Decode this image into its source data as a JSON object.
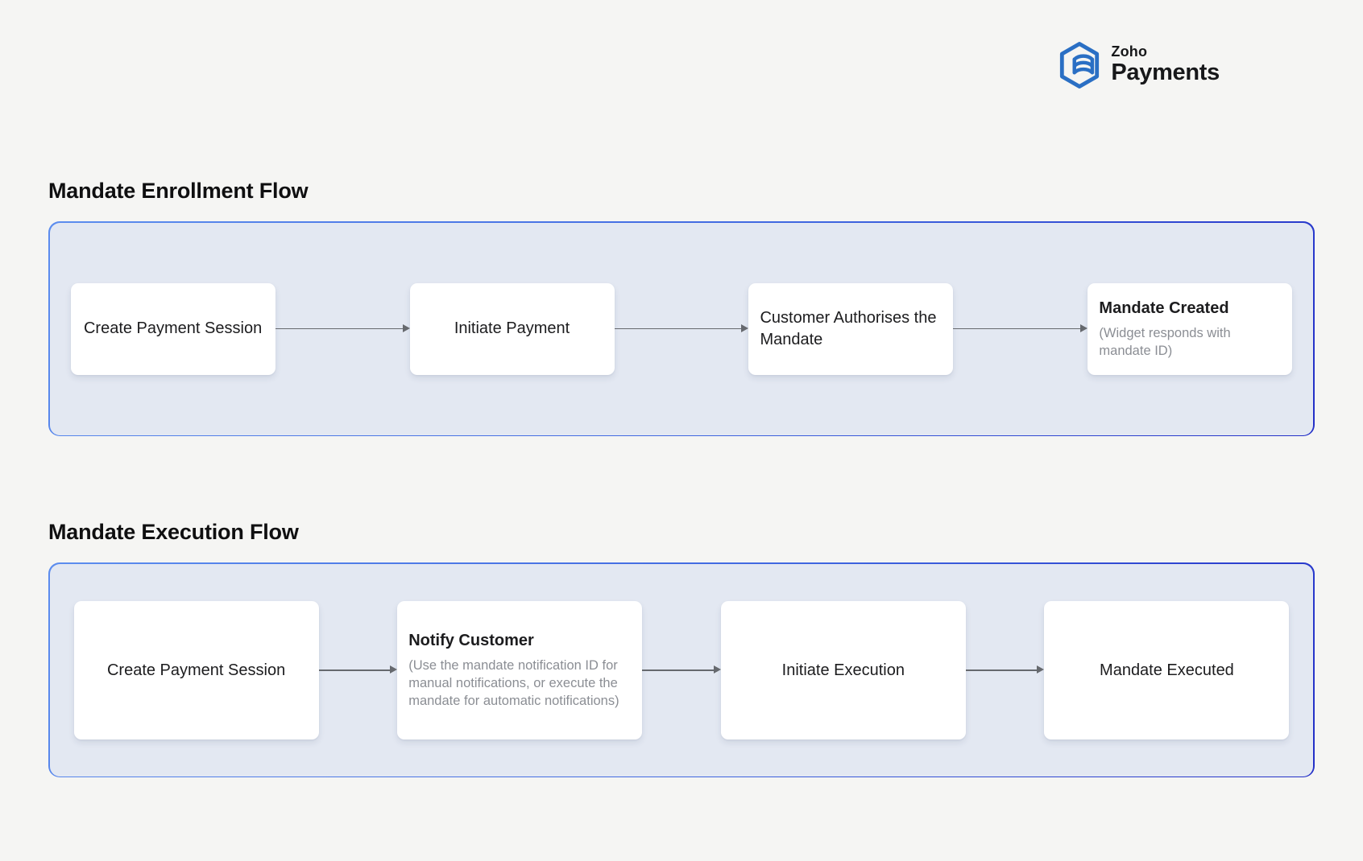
{
  "logo": {
    "brand_top": "Zoho",
    "brand_bottom": "Payments",
    "icon": "zoho-payments-hexagon-stack-icon",
    "brand_color": "#2a6fc4"
  },
  "colors": {
    "page_background": "#f5f5f3",
    "panel_fill": "#e3e8f2",
    "panel_border_start": "#5c8dee",
    "panel_border_end": "#232fc7",
    "step_background": "#ffffff",
    "label_text": "#1c1c1e",
    "sub_text": "#8b8e94",
    "arrow": "#66696e"
  },
  "flows": [
    {
      "title": "Mandate Enrollment Flow",
      "steps": [
        {
          "label": "Create Payment Session"
        },
        {
          "label": "Initiate Payment"
        },
        {
          "label": "Customer Authorises the Mandate"
        },
        {
          "label": "Mandate Created",
          "sublabel": "(Widget responds with mandate ID)"
        }
      ]
    },
    {
      "title": "Mandate Execution Flow",
      "steps": [
        {
          "label": "Create Payment Session"
        },
        {
          "label": "Notify Customer",
          "sublabel": "(Use the mandate notification ID for manual notifications, or execute the mandate for automatic notifications)"
        },
        {
          "label": "Initiate Execution"
        },
        {
          "label": "Mandate Executed"
        }
      ]
    }
  ]
}
